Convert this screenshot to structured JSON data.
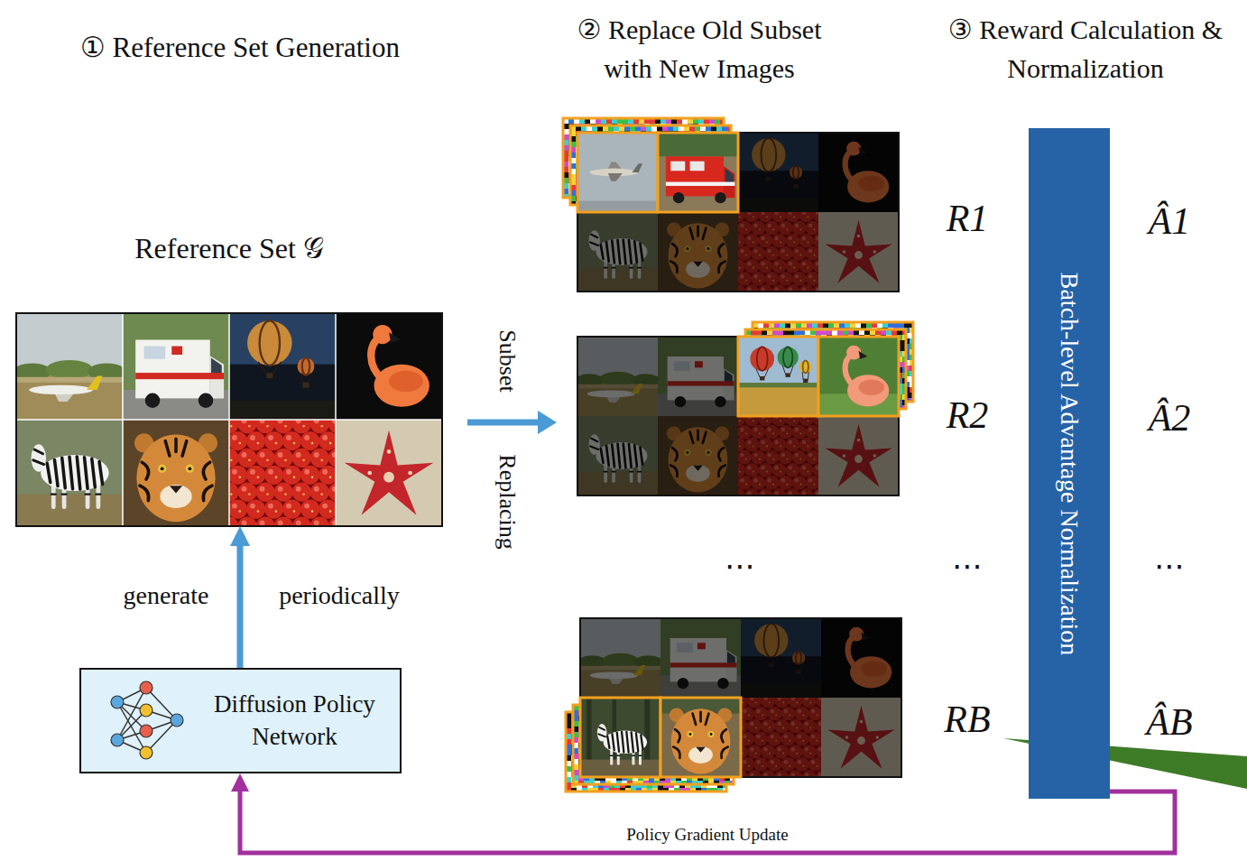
{
  "diagram": {
    "nodes": [
      {
        "text": [
          "Reference Set 𝒢"
        ]
      },
      {
        "text": [
          "Diffusion Policy Network"
        ]
      },
      {
        "text": [
          "Batch-level Advantage Normalization"
        ]
      }
    ],
    "edges": [
      {
        "from": 1,
        "to": 0,
        "arrow": "to"
      },
      {
        "from": 2,
        "to": 1,
        "arrow": "to",
        "label": "Policy Gradient Update"
      }
    ],
    "labels": [
      "① Reference Set Generation",
      "② Replace Old Subset with New Images",
      "③ Reward Calculation & Normalization",
      "Subset",
      "Replacing",
      "generate",
      "periodically",
      "⋯",
      "R1",
      "R2",
      "⋯",
      "RB",
      "Â1",
      "Â2",
      "⋯",
      "ÂB"
    ]
  }
}
